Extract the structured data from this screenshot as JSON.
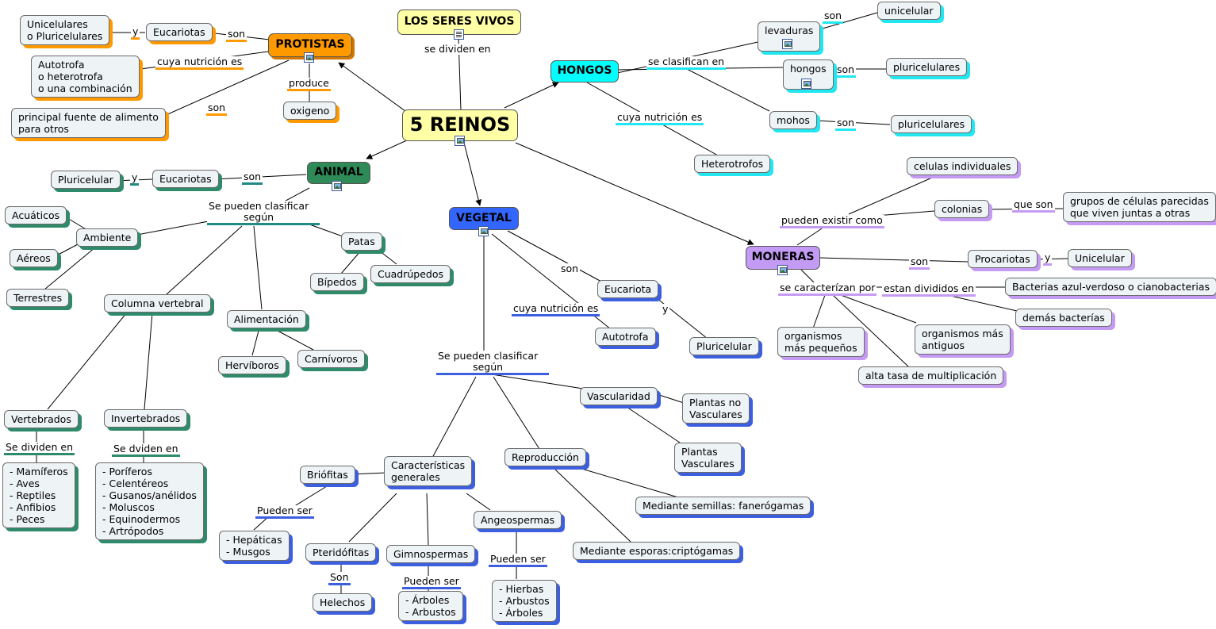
{
  "title": "LOS SERES VIVOS",
  "root": "5 REINOS",
  "kingdoms": {
    "protistas": "PROTISTAS",
    "hongos": "HONGOS",
    "animal": "ANIMAL",
    "vegetal": "VEGETAL",
    "moneras": "MONERAS"
  },
  "links": {
    "se_dividen_en": "se dividen en",
    "prot_son_top": "son",
    "prot_y": "y",
    "prot_cuya_nutricion": "cuya nutrición es",
    "prot_produce": "produce",
    "prot_son_bottom": "son",
    "hong_se_clasifican": "se clasifican en",
    "hong_son_lev": "son",
    "hong_son_hongos": "son",
    "hong_son_mohos": "son",
    "hong_cuya_nutricion": "cuya nutrición es",
    "anim_son": "son",
    "anim_y": "y",
    "anim_clasificar": "Se pueden clasificar\nsegún",
    "anim_se_dividen": "Se dividen en",
    "anim_se_dviden": "Se dviden en",
    "veg_son": "son",
    "veg_y": "y",
    "veg_cuya_nutricion": "cuya nutrición es",
    "veg_clasificar": "Se pueden clasificar\nsegún",
    "veg_pueden_ser_brio": "Pueden ser",
    "veg_son_pteri": "Son",
    "veg_pueden_ser_gimno": "Pueden ser",
    "veg_pueden_ser_angeo": "Pueden ser",
    "mon_pueden_existir": "pueden existir como",
    "mon_que_son": "que son",
    "mon_son": "son",
    "mon_y": "y",
    "mon_se_caracterizan": "se caracterízan por",
    "mon_divididos": "estan divididos en"
  },
  "nodes": {
    "unicelulares": "Unicelulares\no Pluricelulares",
    "prot_eucariotas": "Eucariotas",
    "autotrofa": "Autotrofa\no heterotrofa\no una combinación",
    "oxigeno": "oxigeno",
    "fuente": "principal fuente de alimento\npara otros",
    "levaduras": "levaduras",
    "unicelular_h": "unicelular",
    "hongos": "hongos",
    "pluricelulares_1": "pluricelulares",
    "mohos": "mohos",
    "pluricelulares_2": "pluricelulares",
    "heterotrofos": "Heterotrofos",
    "pluricelular_a": "Pluricelular",
    "anim_eucariotas": "Eucariotas",
    "acuaticos": "Acuáticos",
    "ambiente": "Ambiente",
    "aereos": "Aéreos",
    "terrestres": "Terrestres",
    "patas": "Patas",
    "bipedos": "Bípedos",
    "cuadrupedos": "Cuadrúpedos",
    "columna": "Columna vertebral",
    "alimentacion": "Alimentación",
    "herviboros": "Hervíboros",
    "carnivoros": "Carnívoros",
    "vertebrados": "Vertebrados",
    "invertebrados": "Invertebrados",
    "vert_list": "- Mamíferos\n- Aves\n- Reptiles\n- Anfibios\n- Peces",
    "invert_list": "- Poríferos\n- Celentéreos\n- Gusanos/anélidos\n- Moluscos\n- Equinodermos\n- Artrópodos",
    "veg_eucariota": "Eucariota",
    "autotrofa_v": "Autotrofa",
    "pluricelular_v": "Pluricelular",
    "vascularidad": "Vascularidad",
    "no_vasculares": "Plantas no\nVasculares",
    "vasculares": "Plantas\nVasculares",
    "caracteristicas": "Características\ngenerales",
    "reproduccion": "Reproducción",
    "semillas": "Mediante semillas: fanerógamas",
    "esporas": "Mediante esporas:criptógamas",
    "briofitas": "Briófitas",
    "brio_list": "- Hepáticas\n- Musgos",
    "pteridofitas": "Pteridófitas",
    "helechos": "Helechos",
    "gimnospermas": "Gimnospermas",
    "gimno_list": "- Árboles\n- Arbustos",
    "angeospermas": "Angeospermas",
    "angeo_list": "- Hierbas\n- Arbustos\n- Árboles",
    "celulas": "celulas individuales",
    "colonias": "colonias",
    "grupos": "grupos de células parecidas\nque viven juntas a otras",
    "procariotas": "Procariotas",
    "unicelular_m": "Unicelular",
    "bacterias": "Bacterias azul-verdoso o cianobacterias",
    "demas": "demás bacterías",
    "pequenos": "organismos\nmás pequeños",
    "antiguos": "organismos más\nantiguos",
    "tasa": "alta tasa de multiplicación"
  },
  "colors": {
    "protistas": "#ff9900",
    "hongos": "#00ffff",
    "animal": "#2e8b57",
    "vegetal": "#3366ff",
    "moneras": "#c39bf5",
    "root": "#ffffa6"
  }
}
